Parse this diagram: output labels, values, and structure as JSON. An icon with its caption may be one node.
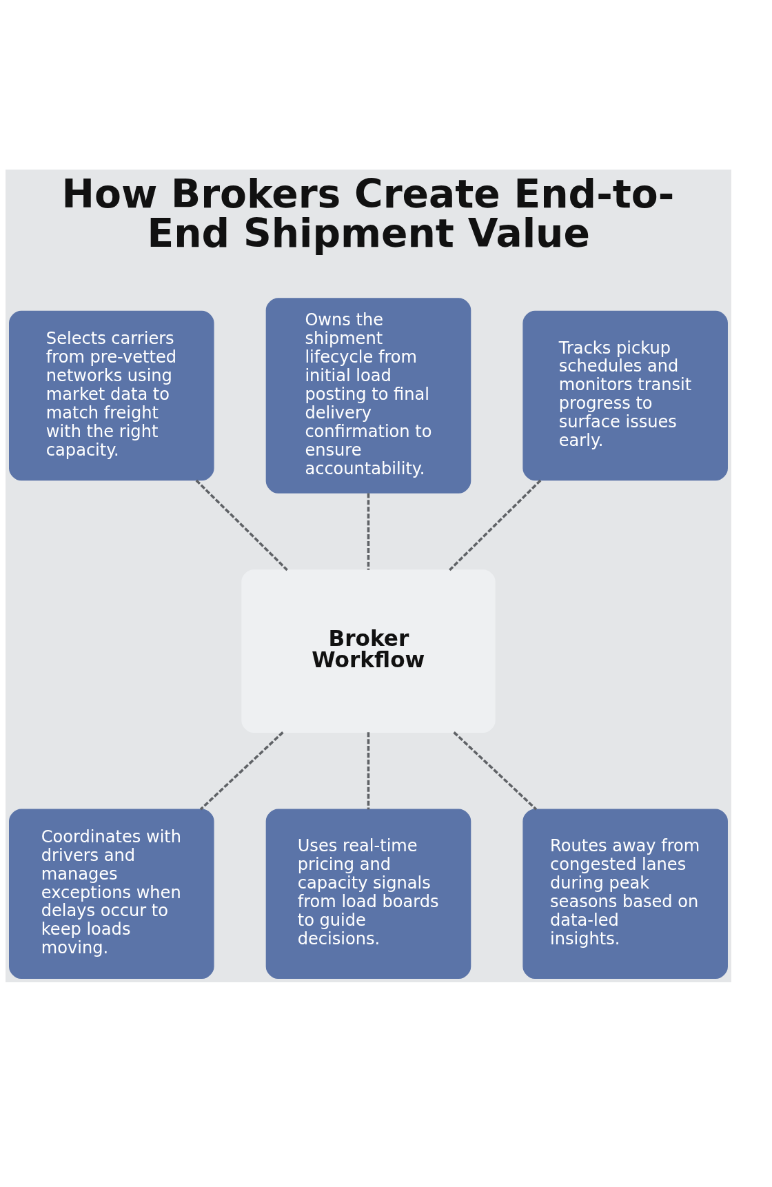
{
  "diagram": {
    "title": "How Brokers Create End-to-End Shipment Value",
    "nodes": [
      {
        "text": [
          "Selects carriers from pre-vetted networks using market data to match freight with the right capacity."
        ]
      },
      {
        "text": [
          "Owns the shipment lifecycle from initial load posting to final delivery confirmation to ensure accountability."
        ]
      },
      {
        "text": [
          "Tracks pickup schedules and monitors transit progress to surface issues early."
        ]
      },
      {
        "text": [
          "Broker Workflow"
        ]
      },
      {
        "text": [
          "Coordinates with drivers and manages exceptions when delays occur to keep loads moving."
        ]
      },
      {
        "text": [
          "Uses real-time pricing and capacity signals from load boards to guide decisions."
        ]
      },
      {
        "text": [
          "Routes away from congested lanes during peak seasons based on data-led insights."
        ]
      }
    ],
    "edges": [
      {
        "from": 0,
        "to": 3,
        "arrow": "none",
        "style": "dashed"
      },
      {
        "from": 1,
        "to": 3,
        "arrow": "none",
        "style": "dashed"
      },
      {
        "from": 2,
        "to": 3,
        "arrow": "none",
        "style": "dashed"
      },
      {
        "from": 3,
        "to": 4,
        "arrow": "none",
        "style": "dashed"
      },
      {
        "from": 3,
        "to": 5,
        "arrow": "none",
        "style": "dashed"
      },
      {
        "from": 3,
        "to": 6,
        "arrow": "none",
        "style": "dashed"
      }
    ]
  }
}
